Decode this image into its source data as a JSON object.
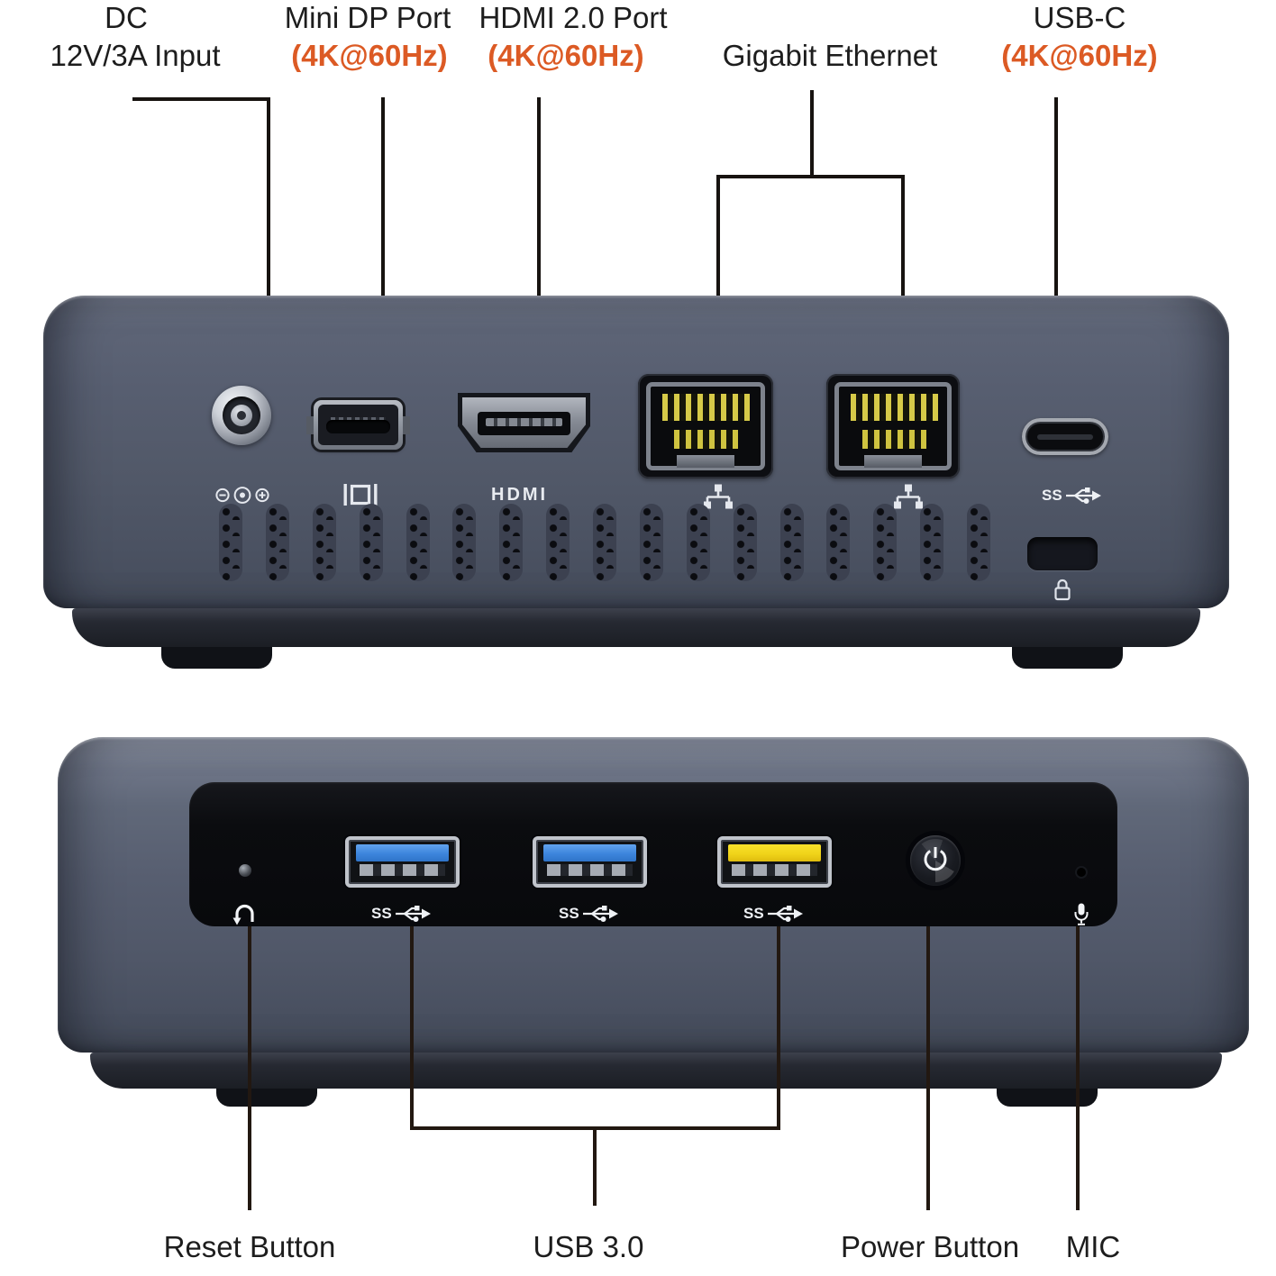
{
  "colors": {
    "background": "#ffffff",
    "accent_orange": "#dc5a24",
    "label_text": "#1d1d1d",
    "device_body": "#545b6d",
    "device_base": "#21242c",
    "front_panel_black": "#0b0c0f",
    "usb3_blue": "#3d85dc",
    "usb3_yellow": "#f0d41a",
    "ethernet_pin_gold": "#d2c646",
    "callout_line": "#171310",
    "port_icon": "#e5e8ee"
  },
  "rear_view": {
    "labels": {
      "dc_line1": "DC",
      "dc_line2": "12V/3A Input",
      "mini_dp_line1": "Mini DP Port",
      "mini_dp_line2": "(4K@60Hz)",
      "hdmi_line1": "HDMI 2.0 Port",
      "hdmi_line2": "(4K@60Hz)",
      "ethernet": "Gigabit Ethernet",
      "usb_c_line1": "USB-C",
      "usb_c_line2": "(4K@60Hz)"
    },
    "hdmi_logo": "HDMI",
    "ss_label": "SS"
  },
  "front_view": {
    "labels": {
      "reset": "Reset Button",
      "usb3": "USB 3.0",
      "power": "Power Button",
      "mic": "MIC"
    },
    "ss_label": "SS"
  }
}
